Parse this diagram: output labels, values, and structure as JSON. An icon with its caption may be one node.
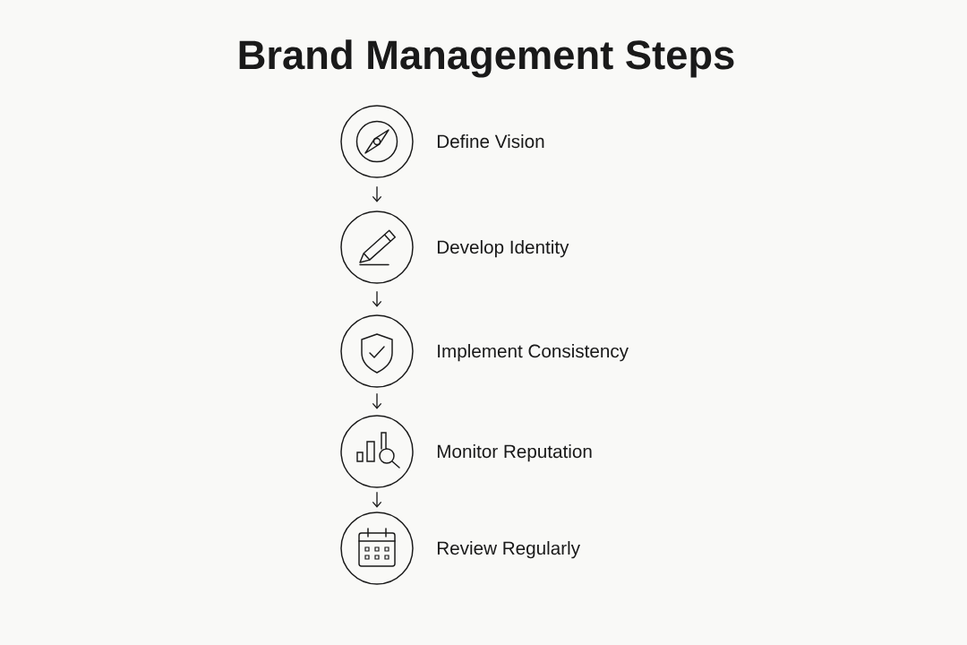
{
  "diagram": {
    "title": "Brand Management Steps",
    "nodes": [
      {
        "text": [],
        "shape": "circle",
        "beside": [
          "Define Vision"
        ]
      },
      {
        "text": [],
        "shape": "circle",
        "beside": [
          "Develop Identity"
        ]
      },
      {
        "text": [],
        "shape": "circle",
        "beside": [
          "Implement Consistency"
        ]
      },
      {
        "text": [],
        "shape": "circle",
        "beside": [
          "Monitor Reputation"
        ]
      },
      {
        "text": [],
        "shape": "circle",
        "beside": [
          "Review Regularly"
        ]
      }
    ],
    "edges": [
      {
        "from": 0,
        "to": 1,
        "arrow": "to"
      },
      {
        "from": 1,
        "to": 2,
        "arrow": "to"
      },
      {
        "from": 2,
        "to": 3,
        "arrow": "to"
      },
      {
        "from": 3,
        "to": 4,
        "arrow": "to"
      }
    ]
  }
}
